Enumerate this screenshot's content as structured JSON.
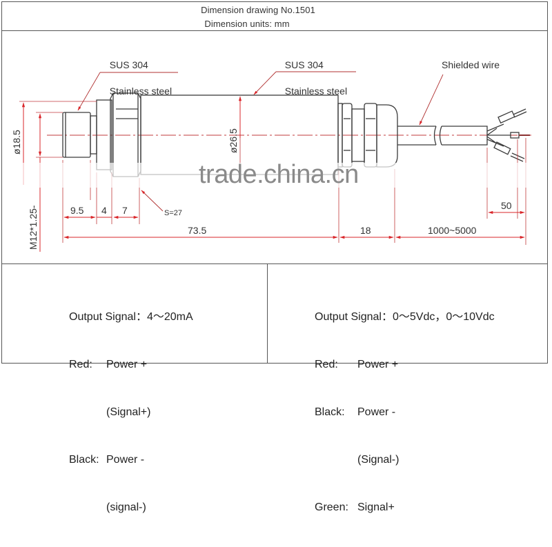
{
  "header": {
    "title": "Dimension drawing No.1501",
    "units": "Dimension units: mm"
  },
  "callouts": {
    "left_material": {
      "line1": "SUS 304",
      "line2": "Stainless steel"
    },
    "body_material": {
      "line1": "SUS 304",
      "line2": "Stainless steel"
    },
    "cable": "Shielded wire",
    "hex": "S=27"
  },
  "dimensions": {
    "thread_diameter": "ø18.5",
    "thread_spec": "M12*1.25-",
    "body_diameter": "ø26.5",
    "seg_9_5": "9.5",
    "seg_4": "4",
    "seg_7": "7",
    "overall_73_5": "73.5",
    "gland_18": "18",
    "cable_length": "1000~5000",
    "strip_50": "50"
  },
  "watermark": "trade.china.cn",
  "colors": {
    "outline": "#3a3a3a",
    "dimension": "#d9262a",
    "leader": "#b03030",
    "frame": "#555555",
    "watermark": "#8a8a8a"
  },
  "panels": {
    "current_output": {
      "signal_label": "Output Signal：",
      "signal_value": "4～20mA",
      "rows": [
        {
          "key": "Red:",
          "value": "Power +"
        },
        {
          "key": "",
          "value": "(Signal+)"
        },
        {
          "key": "Black:",
          "value": "Power -"
        },
        {
          "key": "",
          "value": "(signal-)"
        }
      ]
    },
    "voltage_output": {
      "signal_label": "Output Signal：",
      "signal_value": "0～5Vdc，0～10Vdc",
      "rows": [
        {
          "key": "Red:",
          "value": "Power +"
        },
        {
          "key": "Black:",
          "value": "Power -"
        },
        {
          "key": "",
          "value": "(Signal-)"
        },
        {
          "key": "Green:",
          "value": "Signal+"
        }
      ]
    }
  }
}
